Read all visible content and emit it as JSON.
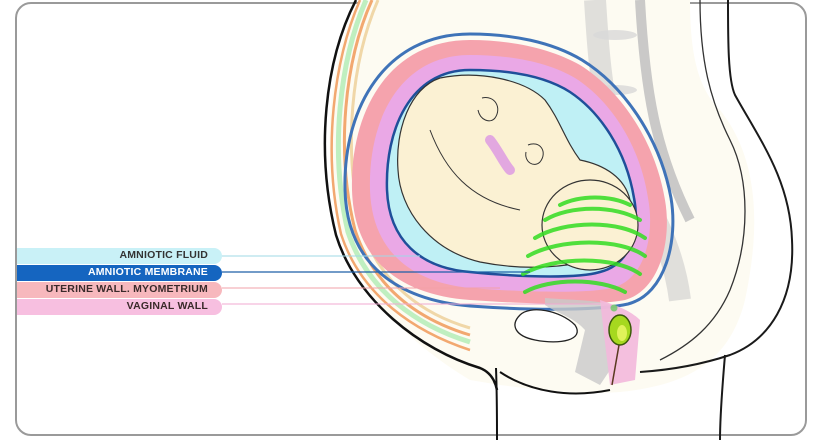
{
  "diagram": {
    "subject": "Sagittal section of pregnant abdomen with fetus in uterus",
    "labels": [
      {
        "text": "AMNIOTIC FLUID",
        "bg": "#c9f1f7",
        "fg": "#333333",
        "line": "#9fd9e6"
      },
      {
        "text": "AMNIOTIC MEMBRANE",
        "bg": "#1565c0",
        "fg": "#ffffff",
        "line": "#1f5fa8"
      },
      {
        "text": "UTERINE WALL. MYOMETRIUM",
        "bg": "#f7b8bd",
        "fg": "#3a2a2a",
        "line": "#f2a1a8"
      },
      {
        "text": "VAGINAL WALL",
        "bg": "#f7bfe0",
        "fg": "#3a2a2a",
        "line": "#f0a8d0"
      }
    ],
    "colors": {
      "amniotic_fluid": "#bff0f5",
      "amniotic_membrane": "#3f73b8",
      "myometrium": "#f5a3ad",
      "endometrium": "#eaa8e6",
      "fetus_skin": "#fbf1d3",
      "sound_waves": "#33dd22",
      "abdominal_layers": [
        "#f2a870",
        "#bfefc0",
        "#f0d7a8"
      ],
      "spine": "#c8c8c8",
      "bladder_green": "#9cd61e"
    }
  }
}
